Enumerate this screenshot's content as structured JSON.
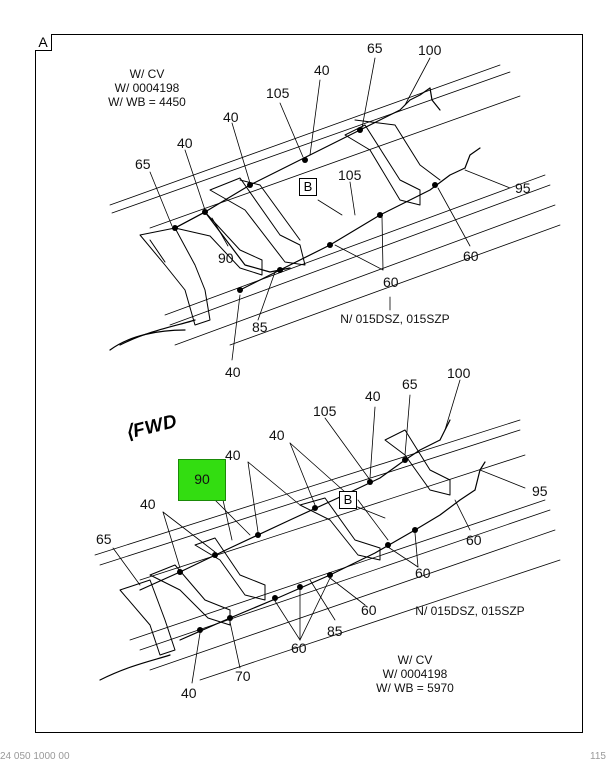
{
  "frame_tag": "A",
  "view1_note": [
    "W/ CV",
    "W/ 0004198",
    "W/ WB = 4450"
  ],
  "view2_note": [
    "W/ CV",
    "W/ 0004198",
    "W/ WB = 5970"
  ],
  "option_note_1": "N/ 015DSZ, 015SZP",
  "option_note_2": "N/ 015DSZ, 015SZP",
  "detail_ref_1": "B",
  "detail_ref_2": "B",
  "forward_label": "FWD",
  "highlighted_callout": "90",
  "highlight_color": "#33dd11",
  "callouts": {
    "v1_65_left": "65",
    "v1_40_a": "40",
    "v1_40_b": "40",
    "v1_105_a": "105",
    "v1_40_c": "40",
    "v1_65_right": "65",
    "v1_100": "100",
    "v1_105_b": "105",
    "v1_95": "95",
    "v1_90": "90",
    "v1_60_a": "60",
    "v1_60_b": "60",
    "v1_85": "85",
    "v1_40_d": "40",
    "v2_65_top": "65",
    "v2_100": "100",
    "v2_40_a": "40",
    "v2_105": "105",
    "v2_40_b": "40",
    "v2_40_c": "40",
    "v2_40_d": "40",
    "v2_95": "95",
    "v2_65_left": "65",
    "v2_60_a": "60",
    "v2_60_b": "60",
    "v2_60_c": "60",
    "v2_60_d": "60",
    "v2_85": "85",
    "v2_70": "70",
    "v2_40_e": "40"
  },
  "footer_left": "24 050 1000 00",
  "footer_right": "115"
}
